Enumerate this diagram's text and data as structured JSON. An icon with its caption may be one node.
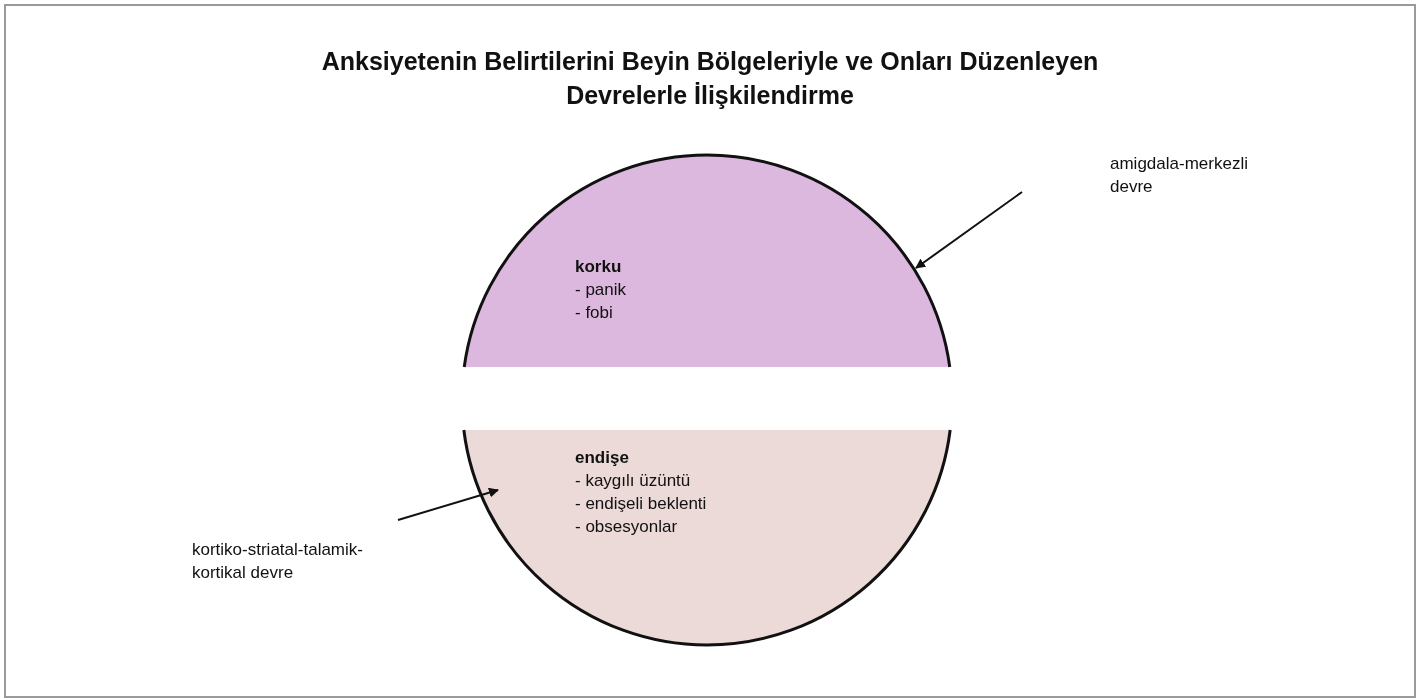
{
  "diagram": {
    "title": "Anksiyetenin Belirtilerini Beyin Bölgeleriyle ve Onları Düzenleyen Devrelerle İlişkilendirme",
    "nodes": [
      {
        "text": [
          "korku",
          "- panik",
          "- fobi"
        ]
      },
      {
        "text": [
          "endişe",
          "- kaygılı üzüntü",
          "- endişeli beklenti",
          "- obsesyonlar"
        ]
      },
      {
        "text": [
          "amigdala-merkezli devre"
        ]
      },
      {
        "text": [
          "kortiko-striatal-talamik-kortikal devre"
        ]
      }
    ],
    "edges": [
      {
        "from": 2,
        "to": 0,
        "arrow": "to"
      },
      {
        "from": 3,
        "to": 1,
        "arrow": "to"
      }
    ]
  }
}
